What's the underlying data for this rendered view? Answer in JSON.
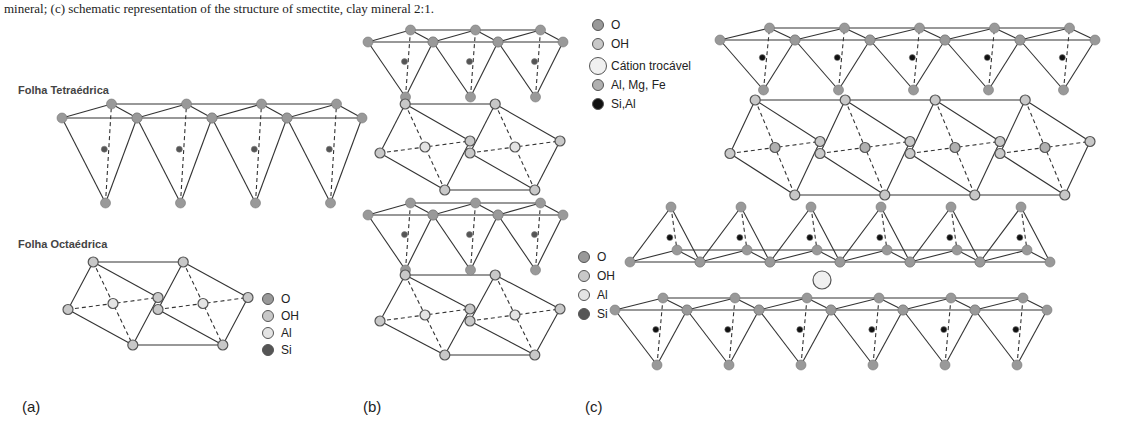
{
  "diagram": {
    "caption": "mineral; (c) schematic representation of the structure of smectite, clay mineral 2:1.",
    "labels": [
      "Folha Tetraédrica",
      "Folha Octaédrica",
      "(a)",
      "(b)",
      "(c)"
    ],
    "legend": [
      {
        "text": "O",
        "color": "#999999"
      },
      {
        "text": "OH",
        "color": "#c8c8c8"
      },
      {
        "text": "Al",
        "color": "#e4e4e4"
      },
      {
        "text": "Si",
        "color": "#555555"
      },
      {
        "text": "O",
        "color": "#999999"
      },
      {
        "text": "OH",
        "color": "#c8c8c8"
      },
      {
        "text": "Al",
        "color": "#e4e4e4"
      },
      {
        "text": "Si",
        "color": "#555555"
      },
      {
        "text": "O",
        "color": "#999999"
      },
      {
        "text": "OH",
        "color": "#c8c8c8"
      },
      {
        "text": "Cátion trocável",
        "color": "#f0f0f0"
      },
      {
        "text": "Al, Mg, Fe",
        "color": "#b0b0b0"
      },
      {
        "text": "Si,Al",
        "color": "#111111"
      }
    ]
  }
}
